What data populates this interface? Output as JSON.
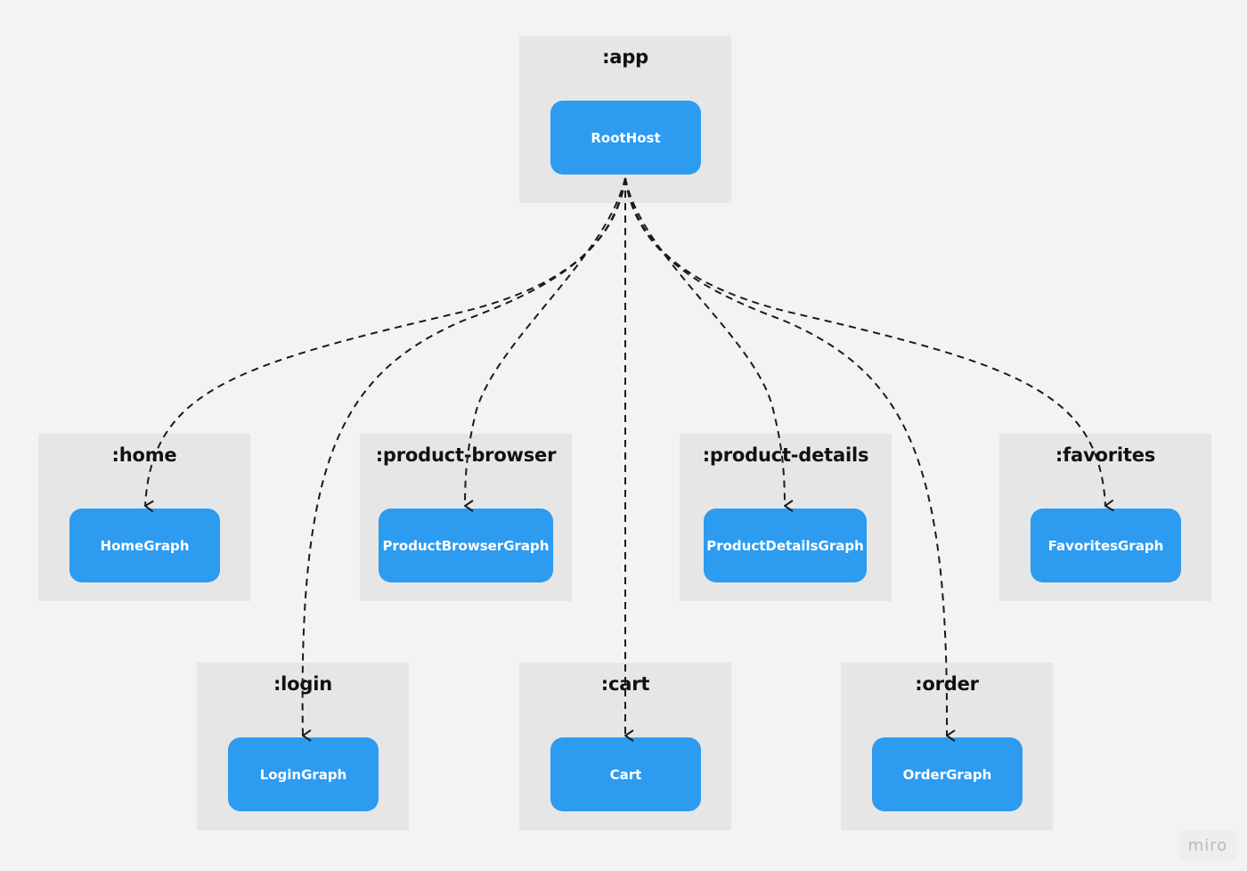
{
  "modules": {
    "app": {
      "title": ":app",
      "node": "RootHost"
    },
    "home": {
      "title": ":home",
      "node": "HomeGraph"
    },
    "product_browser": {
      "title": ":product-browser",
      "node": "ProductBrowserGraph"
    },
    "product_details": {
      "title": ":product-details",
      "node": "ProductDetailsGraph"
    },
    "favorites": {
      "title": ":favorites",
      "node": "FavoritesGraph"
    },
    "login": {
      "title": ":login",
      "node": "LoginGraph"
    },
    "cart": {
      "title": ":cart",
      "node": "Cart"
    },
    "order": {
      "title": ":order",
      "node": "OrderGraph"
    }
  },
  "edges": [
    {
      "from": "RootHost",
      "to": "HomeGraph",
      "style": "dashed-arrow"
    },
    {
      "from": "RootHost",
      "to": "LoginGraph",
      "style": "dashed-arrow"
    },
    {
      "from": "RootHost",
      "to": "ProductBrowserGraph",
      "style": "dashed-arrow"
    },
    {
      "from": "RootHost",
      "to": "Cart",
      "style": "dashed-arrow"
    },
    {
      "from": "RootHost",
      "to": "ProductDetailsGraph",
      "style": "dashed-arrow"
    },
    {
      "from": "RootHost",
      "to": "OrderGraph",
      "style": "dashed-arrow"
    },
    {
      "from": "RootHost",
      "to": "FavoritesGraph",
      "style": "dashed-arrow"
    }
  ],
  "colors": {
    "background": "#f3f3f3",
    "module_fill": "#e6e6e6",
    "node_fill": "#2d9bf0",
    "node_text": "#ffffff",
    "edge": "#1a1a1a"
  },
  "watermark": "miro"
}
